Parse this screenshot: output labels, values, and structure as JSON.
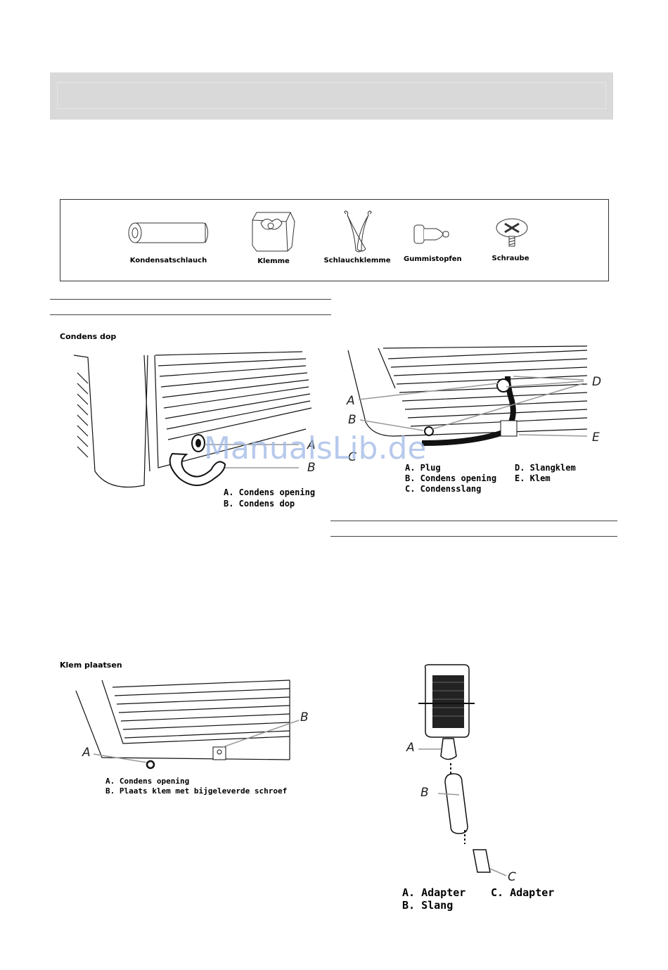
{
  "parts": [
    {
      "label": "Kondensatschlauch",
      "icon": "hose-icon"
    },
    {
      "label": "Klemme",
      "icon": "clamp-icon"
    },
    {
      "label": "Schlauchklemme",
      "icon": "hose-clip-icon"
    },
    {
      "label": "Gummistopfen",
      "icon": "rubber-plug-icon"
    },
    {
      "label": "Schraube",
      "icon": "screw-icon"
    }
  ],
  "fig1": {
    "title": "Condens dop",
    "letters": [
      "A",
      "B"
    ],
    "captions": [
      "A. Condens opening",
      "B. Condens dop"
    ]
  },
  "fig2": {
    "letters": [
      "A",
      "B",
      "C",
      "D",
      "E"
    ],
    "captions_left": [
      "A. Plug",
      "B. Condens opening",
      "C. Condensslang"
    ],
    "captions_right": [
      "D. Slangklem",
      "E. Klem"
    ]
  },
  "fig3": {
    "title": "Klem plaatsen",
    "letters": [
      "A",
      "B"
    ],
    "captions": [
      "A. Condens opening",
      "B. Plaats klem met bijgeleverde schroef"
    ]
  },
  "fig4": {
    "letters": [
      "A",
      "B",
      "C"
    ],
    "captions_left": [
      "A. Adapter",
      "B. Slang"
    ],
    "captions_right": [
      "C. Adapter"
    ]
  },
  "watermark": "ManualsLib.de"
}
